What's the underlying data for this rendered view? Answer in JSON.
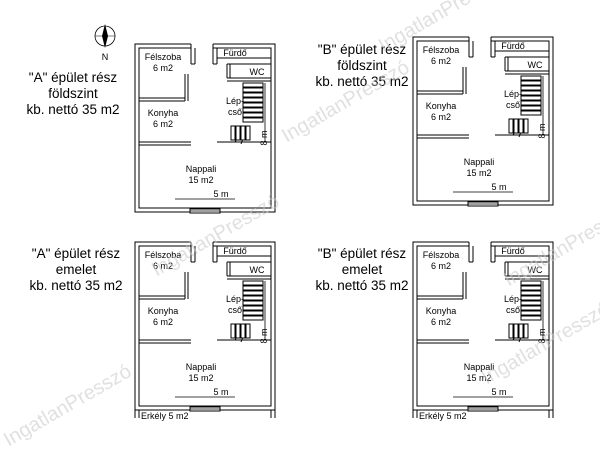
{
  "compass": {
    "north_label": "N"
  },
  "watermark": {
    "text": "IngatlanPresszó"
  },
  "plans": [
    {
      "title_lines": [
        "\"A\" épület rész",
        "földszint",
        "kb. nettó 35 m2"
      ],
      "rooms": {
        "bedroom": [
          "Félszoba",
          "6 m2"
        ],
        "bathroom": "Fürdő",
        "wc": "WC",
        "kitchen": [
          "Konyha",
          "6 m2"
        ],
        "stairs": [
          "Lép-",
          "cső"
        ],
        "stair_length": "8 m",
        "living": [
          "Nappali",
          "15 m2"
        ],
        "width_dim": "5 m"
      }
    },
    {
      "title_lines": [
        "\"B\" épület rész",
        "földszint",
        "kb. nettó 35 m2"
      ],
      "rooms": {
        "bedroom": [
          "Félszoba",
          "6 m2"
        ],
        "bathroom": "Fürdő",
        "wc": "WC",
        "kitchen": [
          "Konyha",
          "6 m2"
        ],
        "stairs": [
          "Lép-",
          "cső"
        ],
        "stair_length": "8 m",
        "living": [
          "Nappali",
          "15 m2"
        ],
        "width_dim": "5 m"
      }
    },
    {
      "title_lines": [
        "\"A\" épület rész",
        "emelet",
        "kb. nettó 35 m2"
      ],
      "rooms": {
        "bedroom": [
          "Félszoba",
          "6 m2"
        ],
        "bathroom": "Fürdő",
        "wc": "WC",
        "kitchen": [
          "Konyha",
          "6 m2"
        ],
        "stairs": [
          "Lép-",
          "cső"
        ],
        "stair_length": "8 m",
        "living": [
          "Nappali",
          "15 m2"
        ],
        "width_dim": "5 m",
        "balcony": "Erkély 5 m2"
      }
    },
    {
      "title_lines": [
        "\"B\" épület rész",
        "emelet",
        "kb. nettó 35 m2"
      ],
      "rooms": {
        "bedroom": [
          "Félszoba",
          "6 m2"
        ],
        "bathroom": "Fürdő",
        "wc": "WC",
        "kitchen": [
          "Konyha",
          "6 m2"
        ],
        "stairs": [
          "Lép-",
          "cső"
        ],
        "stair_length": "8 m",
        "living": [
          "Nappali",
          "15 m2"
        ],
        "width_dim": "5 m",
        "balcony": "Erkély 5 m2"
      }
    }
  ]
}
